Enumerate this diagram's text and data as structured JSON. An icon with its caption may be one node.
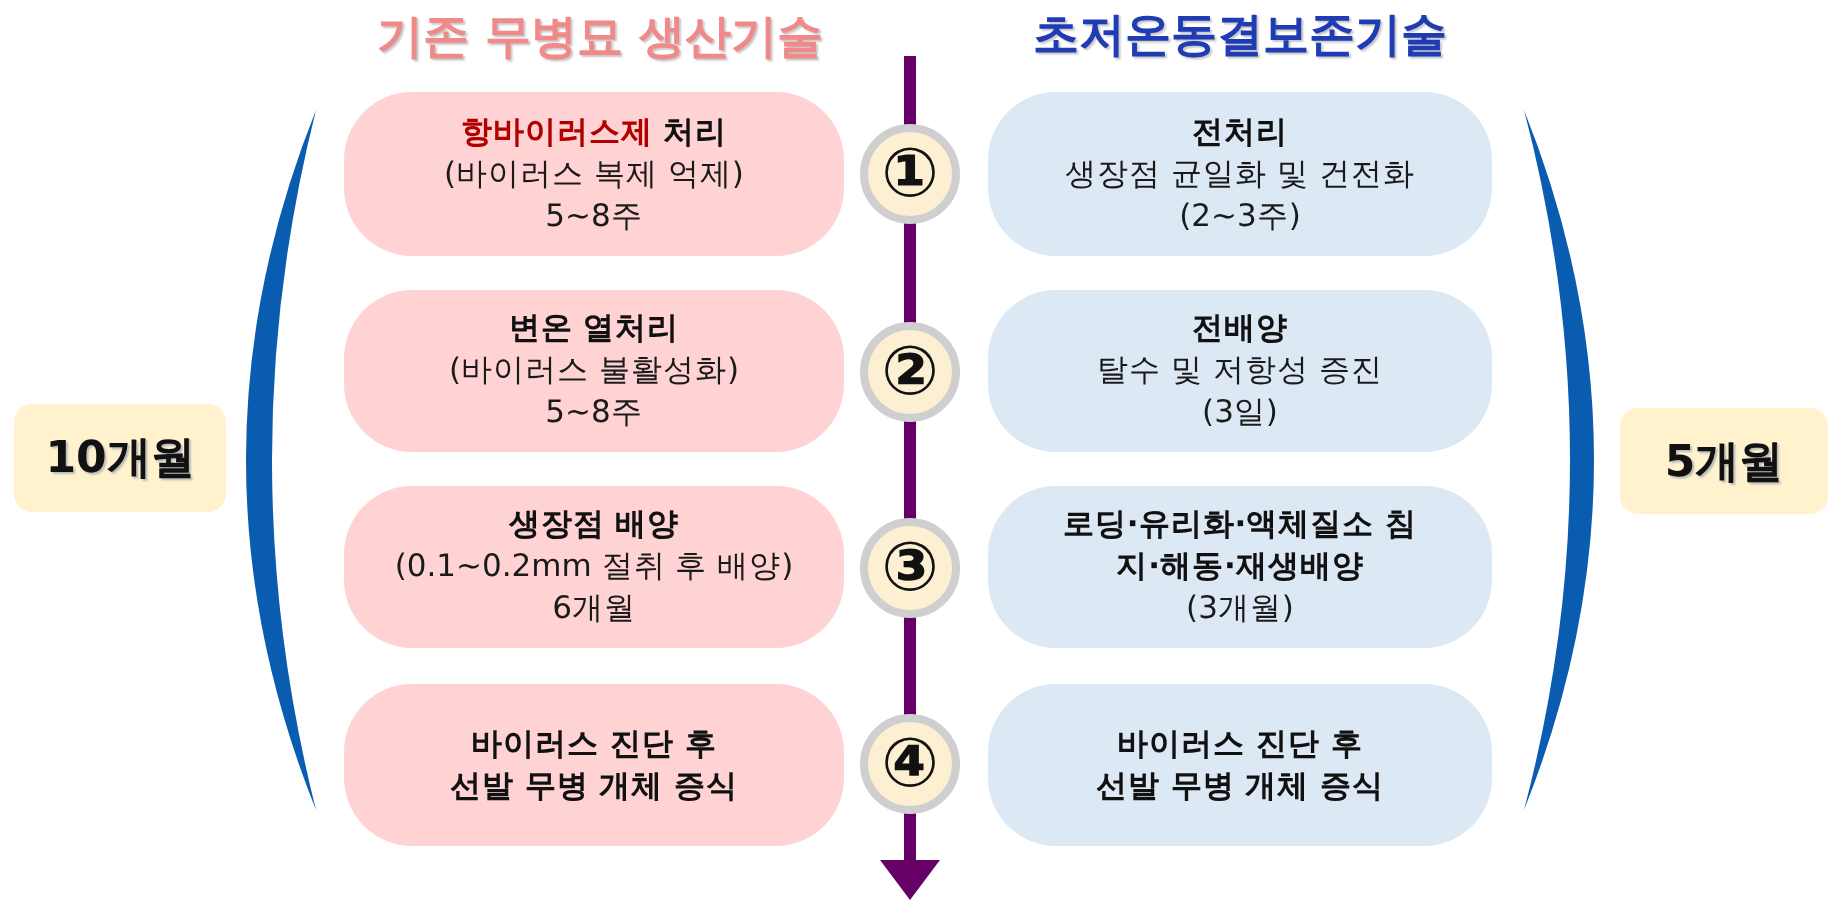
{
  "diagram": {
    "nodes": [
      {
        "text": [
          "10개월"
        ]
      },
      {
        "text": [],
        "shape": "bracket"
      },
      {
        "text": [
          "**항바이러스제** 처리",
          "(바이러스 복제 억제)",
          "5~8주"
        ]
      },
      {
        "text": [
          "변온 열처리",
          "(바이러스 불활성화)",
          "5~8주"
        ]
      },
      {
        "text": [
          "생장점 배양",
          "(0.1~0.2mm 절취 후 배양)",
          "6개월"
        ]
      },
      {
        "text": [
          "바이러스 진단 후 선발 무병 개체 증식"
        ]
      },
      {
        "text": [
          "①"
        ]
      },
      {
        "text": [
          "②"
        ]
      },
      {
        "text": [
          "③"
        ]
      },
      {
        "text": [
          "④"
        ]
      },
      {
        "text": [
          "전처리",
          "생장점 균일화 및 건전화",
          "(2~3주)"
        ]
      },
      {
        "text": [
          "전배양",
          "탈수 및 저항성 증진",
          "(3일)"
        ]
      },
      {
        "text": [
          "로딩·유리화·액체질소 침지·해동·재생배양",
          "(3개월)"
        ]
      },
      {
        "text": [
          "바이러스 진단 후 선발 무병 개체 증식"
        ]
      },
      {
        "text": [],
        "shape": "bracket"
      },
      {
        "text": [
          "5개월"
        ]
      }
    ],
    "labels": [
      "기존 무병묘 생산기술",
      "초저온동결보존기술"
    ]
  }
}
